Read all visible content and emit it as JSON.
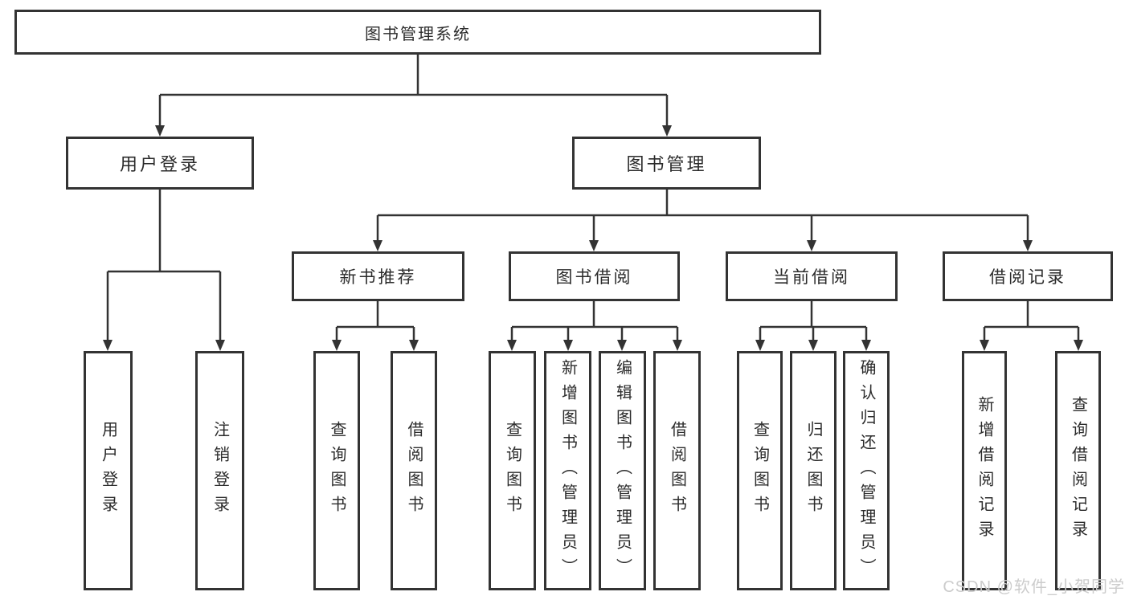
{
  "tree": {
    "label": "图书管理系统",
    "children": [
      {
        "label": "用户登录",
        "children": [
          {
            "label": "用户登录"
          },
          {
            "label": "注销登录"
          }
        ]
      },
      {
        "label": "图书管理",
        "children": [
          {
            "label": "新书推荐",
            "children": [
              {
                "label": "查询图书"
              },
              {
                "label": "借阅图书"
              }
            ]
          },
          {
            "label": "图书借阅",
            "children": [
              {
                "label": "查询图书"
              },
              {
                "label": "新增图书（管理员）"
              },
              {
                "label": "编辑图书（管理员）"
              },
              {
                "label": "借阅图书"
              }
            ]
          },
          {
            "label": "当前借阅",
            "children": [
              {
                "label": "查询图书"
              },
              {
                "label": "归还图书"
              },
              {
                "label": "确认归还（管理员）"
              }
            ]
          },
          {
            "label": "借阅记录",
            "children": [
              {
                "label": "新增借阅记录"
              },
              {
                "label": "查询借阅记录"
              }
            ]
          }
        ]
      }
    ]
  },
  "watermark": "CSDN @软件_小贺同学",
  "colors": {
    "line": "#333333",
    "text": "#2b2b2b",
    "watermark": "#cccccc",
    "background": "#ffffff"
  }
}
